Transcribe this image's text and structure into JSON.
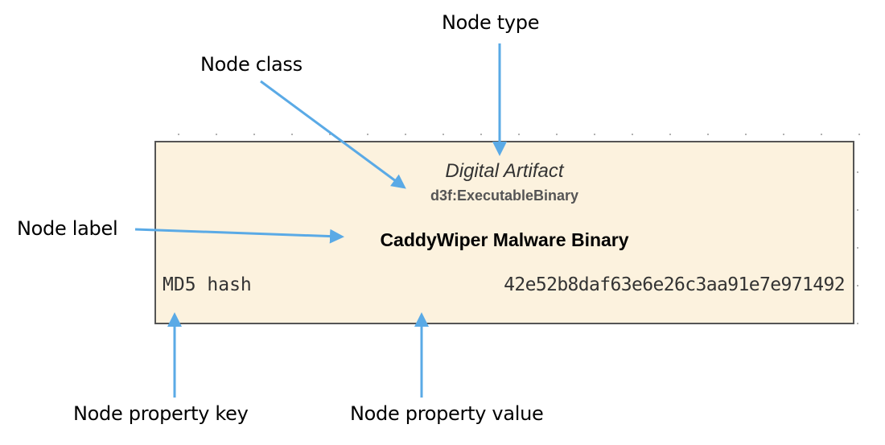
{
  "callouts": {
    "node_type": "Node type",
    "node_class": "Node class",
    "node_label": "Node label",
    "property_key": "Node property key",
    "property_value": "Node property value"
  },
  "node": {
    "type": "Digital Artifact",
    "class": "d3f:ExecutableBinary",
    "label": "CaddyWiper Malware Binary",
    "properties": [
      {
        "key": "MD5 hash",
        "value": "42e52b8daf63e6e26c3aa91e7e971492"
      }
    ],
    "fill_color": "#fcf2de",
    "border_color": "#555555"
  },
  "arrow_color": "#5aaae6"
}
